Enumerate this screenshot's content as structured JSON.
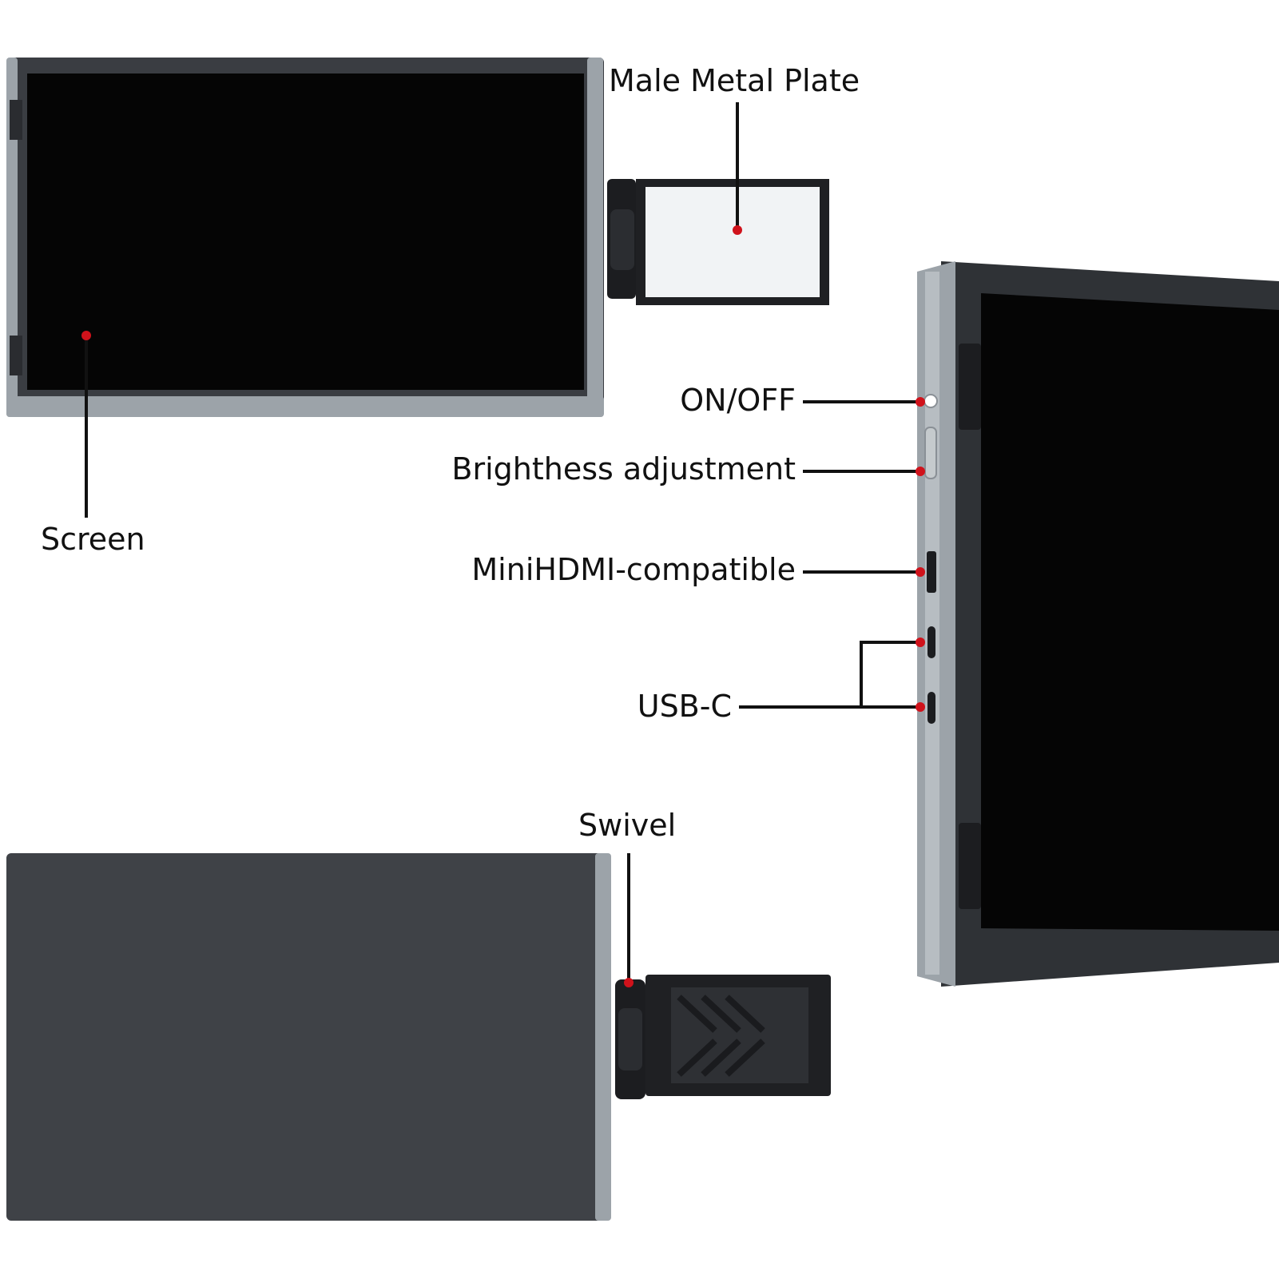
{
  "colors": {
    "screen": "#050505",
    "bezel_gray": "#9ca3a9",
    "bezel_dark": "#3a3d42",
    "back_panel": "#3f4247",
    "plate": "#f1f3f5",
    "leader": "#111111",
    "dot": "#d0121b",
    "background": "#ffffff"
  },
  "labels": {
    "male_metal_plate": "Male Metal Plate",
    "screen": "Screen",
    "on_off": "ON/OFF",
    "brightness": "Brighthess adjustment",
    "minihdmi": "MiniHDMI-compatible",
    "usb_c": "USB-C",
    "swivel": "Swivel"
  }
}
